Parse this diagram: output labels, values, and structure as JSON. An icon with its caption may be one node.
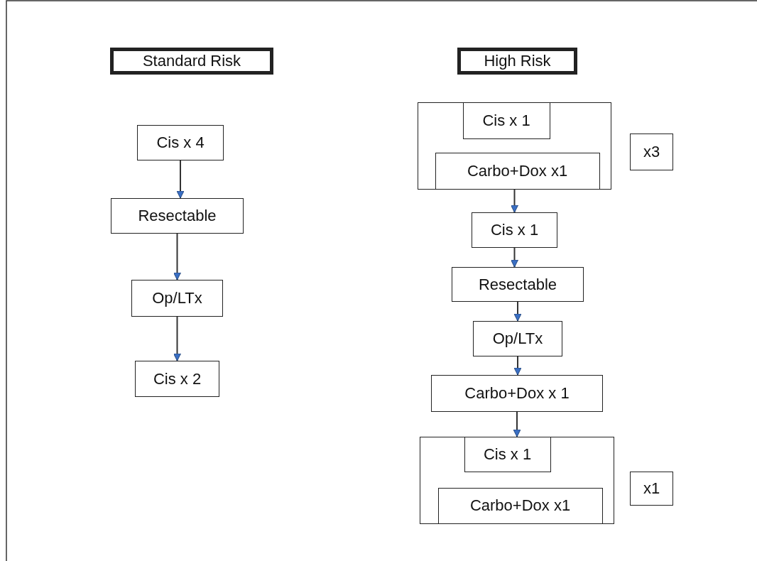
{
  "diagram": {
    "nodes": [
      {
        "text": [
          "Standard Risk"
        ]
      },
      {
        "text": [
          "Cis x 4"
        ]
      },
      {
        "text": [
          "Resectable"
        ]
      },
      {
        "text": [
          "Op/LTx"
        ]
      },
      {
        "text": [
          "Cis x 2"
        ]
      },
      {
        "text": [
          "High Risk"
        ]
      },
      {
        "text": [],
        "shape": "box"
      },
      {
        "text": [
          "Cis x 1"
        ],
        "in": 6
      },
      {
        "text": [
          "Carbo+Dox x1"
        ],
        "in": 6
      },
      {
        "text": [
          "x3"
        ]
      },
      {
        "text": [
          "Cis x 1"
        ]
      },
      {
        "text": [
          "Resectable"
        ]
      },
      {
        "text": [
          "Op/LTx"
        ]
      },
      {
        "text": [
          "Carbo+Dox x 1"
        ]
      },
      {
        "text": [],
        "shape": "box"
      },
      {
        "text": [
          "Cis x 1"
        ],
        "in": 14
      },
      {
        "text": [
          "Carbo+Dox x1"
        ],
        "in": 14
      },
      {
        "text": [
          "x1"
        ]
      }
    ],
    "edges": [
      {
        "from": 1,
        "to": 2,
        "arrow": "to"
      },
      {
        "from": 2,
        "to": 3,
        "arrow": "to"
      },
      {
        "from": 3,
        "to": 4,
        "arrow": "to"
      },
      {
        "from": 6,
        "to": 10,
        "arrow": "to"
      },
      {
        "from": 10,
        "to": 11,
        "arrow": "to"
      },
      {
        "from": 11,
        "to": 12,
        "arrow": "to"
      },
      {
        "from": 12,
        "to": 13,
        "arrow": "to"
      },
      {
        "from": 13,
        "to": 14,
        "arrow": "to"
      }
    ]
  }
}
